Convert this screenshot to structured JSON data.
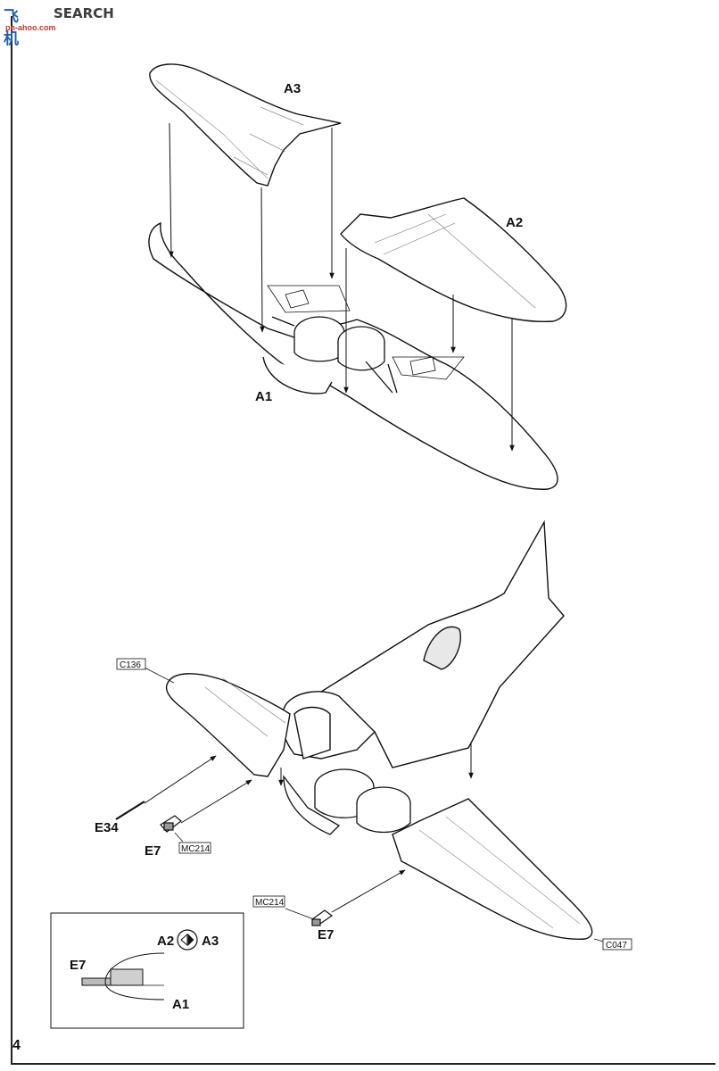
{
  "watermark": {
    "logo": "飞机",
    "title": "SEARCH",
    "sub": "pn-ahoo.com"
  },
  "parts": {
    "a3_top": "A3",
    "a2_top": "A2",
    "a1_top": "A1",
    "c136": "C136",
    "e34": "E34",
    "e7_left": "E7",
    "mc214_left": "MC214",
    "mc214_right": "MC214",
    "e7_right": "E7",
    "c047": "C047"
  },
  "inset": {
    "a2": "A2",
    "a3": "A3",
    "e7": "E7",
    "a1": "A1"
  },
  "page_number": "4"
}
